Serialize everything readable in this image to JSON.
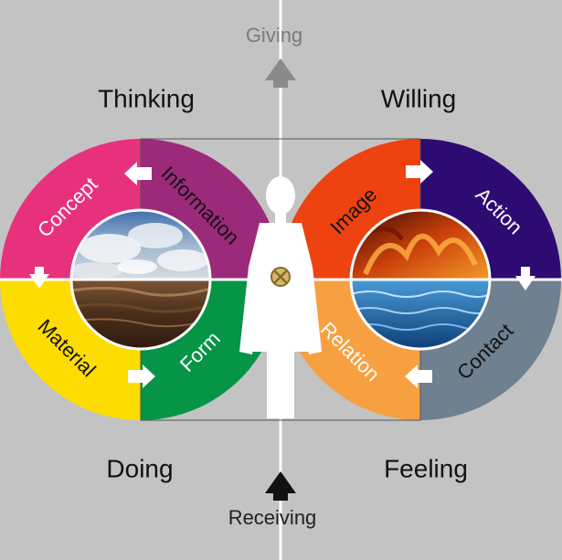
{
  "axis": {
    "top_label": "Giving",
    "bottom_label": "Receiving"
  },
  "quadrants": {
    "thinking": "Thinking",
    "willing": "Willing",
    "doing": "Doing",
    "feeling": "Feeling"
  },
  "segments": {
    "concept": "Concept",
    "information": "Information",
    "material": "Material",
    "form": "Form",
    "image": "Image",
    "action": "Action",
    "relation": "Relation",
    "contact": "Contact"
  },
  "colors": {
    "background": "#c3c3c3",
    "concept": "#e8317c",
    "information": "#9c2a7a",
    "material": "#fddc02",
    "form": "#069447",
    "image": "#ee4210",
    "action": "#2e0b72",
    "relation": "#f7a042",
    "contact": "#6f8090",
    "axis_arrow_top": "#8a8a8a",
    "axis_arrow_bottom": "#111111"
  },
  "center_symbol": "crossed-circle-icon"
}
